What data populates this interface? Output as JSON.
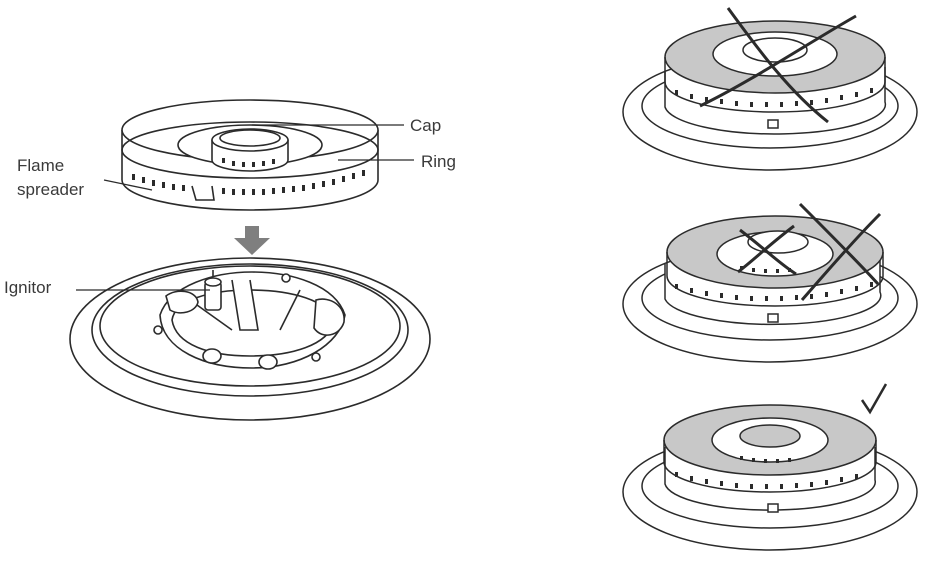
{
  "labels": {
    "cap": "Cap",
    "ring": "Ring",
    "flame_spreader_line1": "Flame",
    "flame_spreader_line2": "spreader",
    "ignitor": "Ignitor"
  },
  "panels": [
    {
      "id": "wrong-1",
      "marker": "cross-icon"
    },
    {
      "id": "wrong-2",
      "marker": "cross-icon"
    },
    {
      "id": "correct",
      "marker": "check-icon"
    }
  ],
  "colors": {
    "line": "#2b2b2b",
    "fill_grey": "#c8c8c8",
    "arrow_grey": "#7f7f7f",
    "background": "#ffffff"
  }
}
